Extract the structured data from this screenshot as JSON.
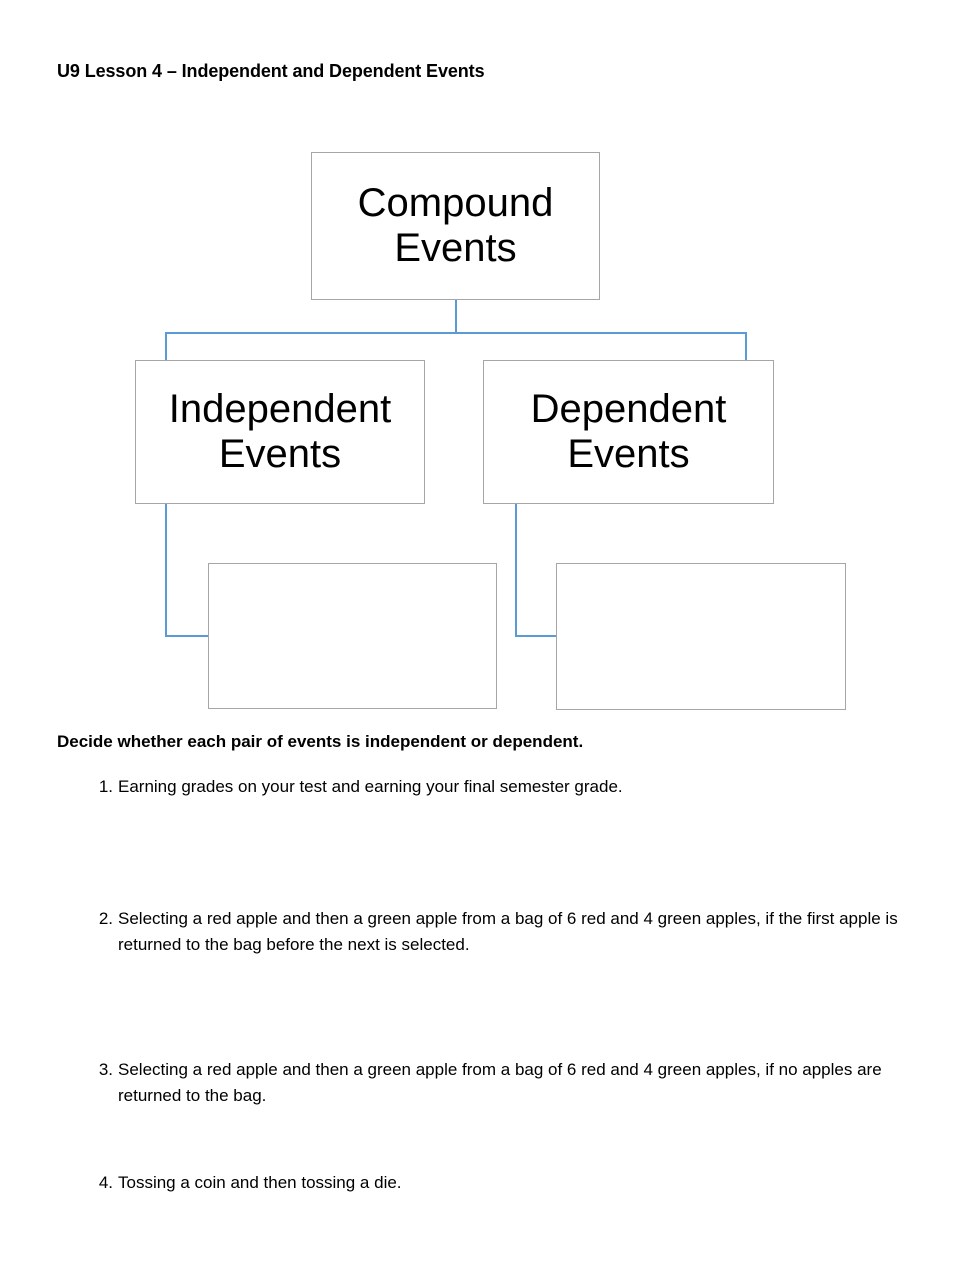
{
  "document": {
    "title": "U9 Lesson 4 – Independent and Dependent Events"
  },
  "diagram": {
    "type": "hierarchy",
    "nodes": {
      "root": {
        "label": "Compound Events"
      },
      "left_child": {
        "label": "Independent Events"
      },
      "right_child": {
        "label": "Dependent Events"
      },
      "left_note": {
        "label": ""
      },
      "right_note": {
        "label": ""
      }
    },
    "connector_color": "#5b9bd5",
    "box_border_color": "#a6a6a6"
  },
  "instruction": {
    "text": "Decide whether each pair of events is independent or dependent."
  },
  "questions": [
    {
      "marker": "1.",
      "text": "Earning grades on your test and earning your final semester grade."
    },
    {
      "marker": "2.",
      "text": "Selecting a red apple and then a green apple from a bag of 6 red and 4 green apples, if the first apple is returned to the bag before the next is selected."
    },
    {
      "marker": "3.",
      "text": "Selecting a red apple and then a green apple from a bag of 6 red and 4 green apples, if no apples are returned to the bag."
    },
    {
      "marker": "4.",
      "text": "Tossing a coin and then tossing a die."
    }
  ]
}
